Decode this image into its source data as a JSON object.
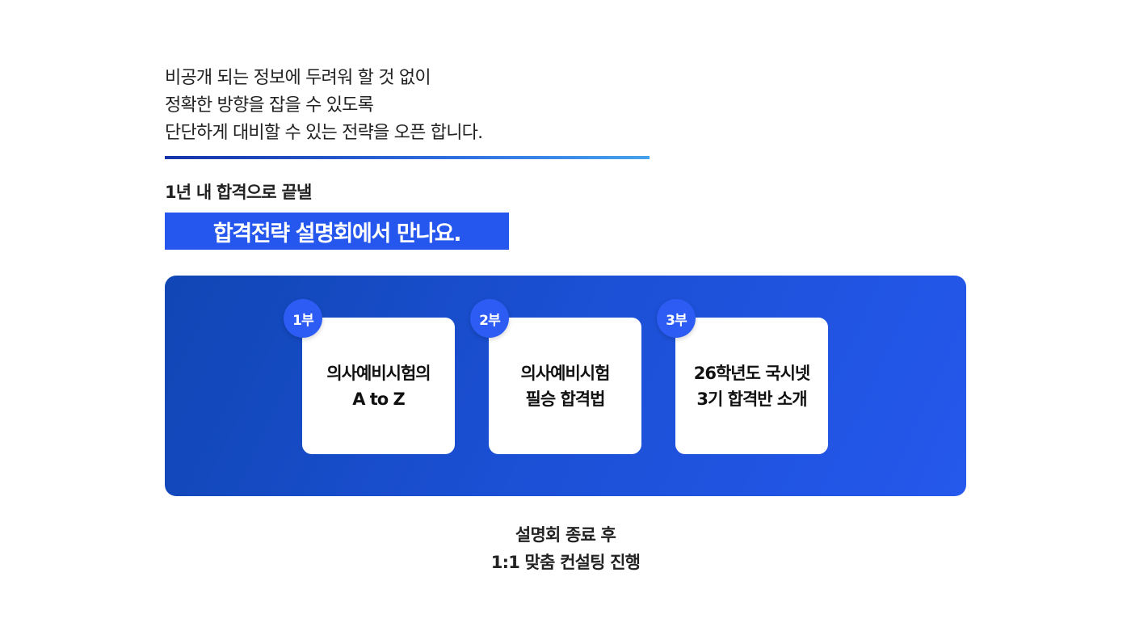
{
  "intro": {
    "lines": [
      "비공개 되는 정보에 두려워 할 것 없이",
      "정확한 방향을 잡을 수 있도록",
      "단단하게 대비할 수 있는 전략을 오픈 합니다."
    ]
  },
  "subhead": "1년 내 합격으로 끝낼",
  "headline": "합격전략 설명회에서 만나요.",
  "parts": [
    {
      "badge": "1부",
      "title": "의사예비시험의\nA to Z"
    },
    {
      "badge": "2부",
      "title": "의사예비시험\n필승 합격법"
    },
    {
      "badge": "3부",
      "title": "26학년도 국시넷\n3기 합격반 소개"
    }
  ],
  "footer": {
    "lines": [
      "설명회 종료 후",
      "1:1 맞춤 컨설팅 진행"
    ]
  },
  "colors": {
    "accent": "#2557ef",
    "panel_start": "#1046b4",
    "panel_end": "#2558ec",
    "divider_start": "#1733a8",
    "divider_end": "#45a2ee"
  }
}
